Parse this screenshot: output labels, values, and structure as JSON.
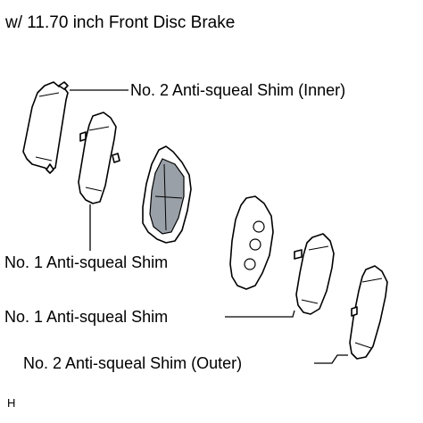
{
  "title": "w/ 11.70 inch Front Disc Brake",
  "labels": {
    "shim_no2_inner": "No. 2 Anti-squeal Shim (Inner)",
    "shim_no1_inner": "No. 1 Anti-squeal Shim",
    "shim_no1_outer": "No. 1 Anti-squeal Shim",
    "shim_no2_outer": "No. 2 Anti-squeal Shim (Outer)"
  },
  "figure_code": "H"
}
